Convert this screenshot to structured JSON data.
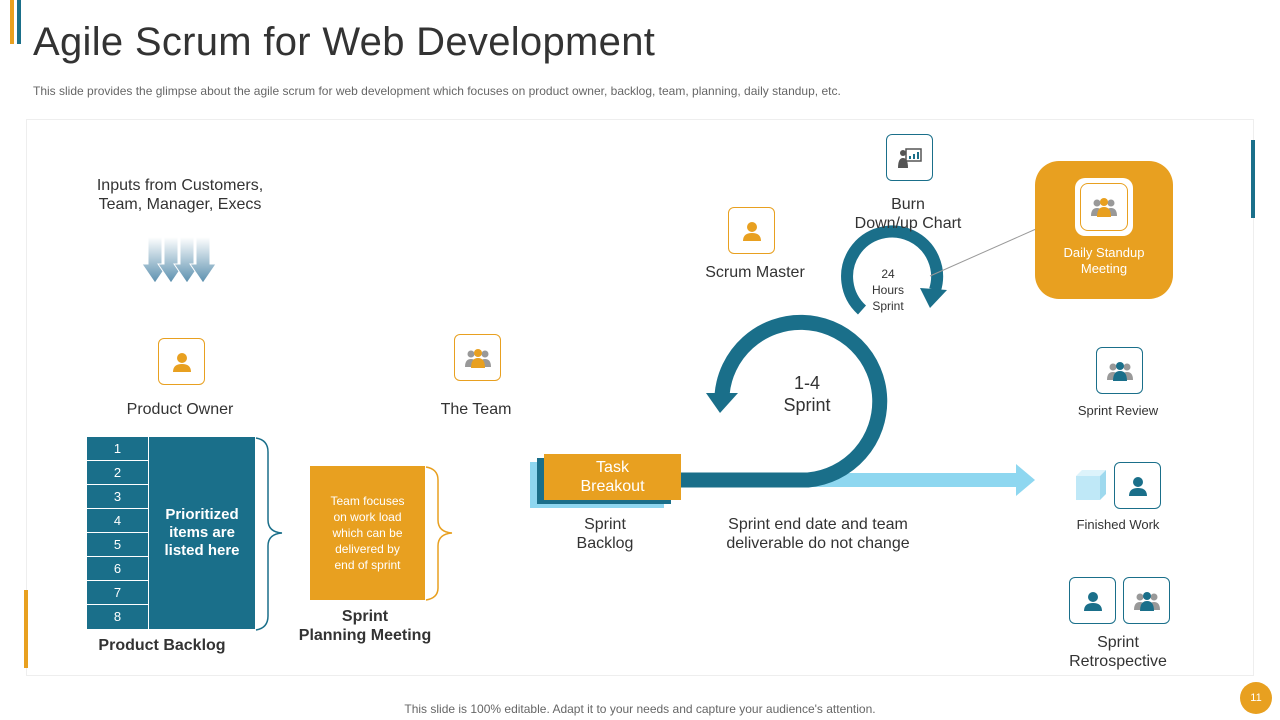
{
  "header": {
    "title": "Agile Scrum for Web Development",
    "subtitle": "This slide provides the glimpse about the agile scrum for web development which focuses on product owner, backlog, team, planning, daily standup, etc."
  },
  "inputs": {
    "label_line1": "Inputs  from Customers,",
    "label_line2": "Team, Manager, Execs"
  },
  "product_owner": {
    "label": "Product Owner",
    "icon": "person-icon"
  },
  "the_team": {
    "label": "The Team",
    "icon": "group-icon"
  },
  "product_backlog": {
    "numbers": [
      "1",
      "2",
      "3",
      "4",
      "5",
      "6",
      "7",
      "8"
    ],
    "text_line1": "Prioritized",
    "text_line2": "items are",
    "text_line3": "listed here",
    "label": "Product Backlog"
  },
  "sprint_planning": {
    "box_line1": "Team focuses",
    "box_line2": "on work load",
    "box_line3": "which can be",
    "box_line4": "delivered  by",
    "box_line5": "end of sprint",
    "label_line1": "Sprint",
    "label_line2": "Planning Meeting"
  },
  "sprint_backlog": {
    "task_line1": "Task",
    "task_line2": "Breakout",
    "label_line1": "Sprint",
    "label_line2": "Backlog"
  },
  "sprint_cycle": {
    "center_line1": "1-4",
    "center_line2": "Sprint",
    "small_line1": "24",
    "small_line2": "Hours",
    "small_line3": "Sprint",
    "note_line1": "Sprint end date and team",
    "note_line2": "deliverable do not change"
  },
  "scrum_master": {
    "label": "Scrum Master",
    "icon": "person-icon"
  },
  "burn_chart": {
    "label_line1": "Burn",
    "label_line2": "Down/up Chart",
    "icon": "chart-presentation-icon"
  },
  "daily_standup": {
    "label_line1": "Daily Standup",
    "label_line2": "Meeting",
    "icon": "group-icon"
  },
  "sprint_review": {
    "label": "Sprint Review",
    "icon": "group-icon"
  },
  "finished_work": {
    "label": "Finished Work",
    "icon": "person-icon"
  },
  "sprint_retrospective": {
    "label_line1": "Sprint",
    "label_line2": "Retrospective",
    "icon": "person-group-icon"
  },
  "footer": {
    "text": "This slide is 100% editable. Adapt it to your needs and capture your audience's attention.",
    "page_number": "11"
  },
  "colors": {
    "orange": "#E8A020",
    "teal": "#1A6F8A",
    "light_blue": "#8ED7F0"
  }
}
